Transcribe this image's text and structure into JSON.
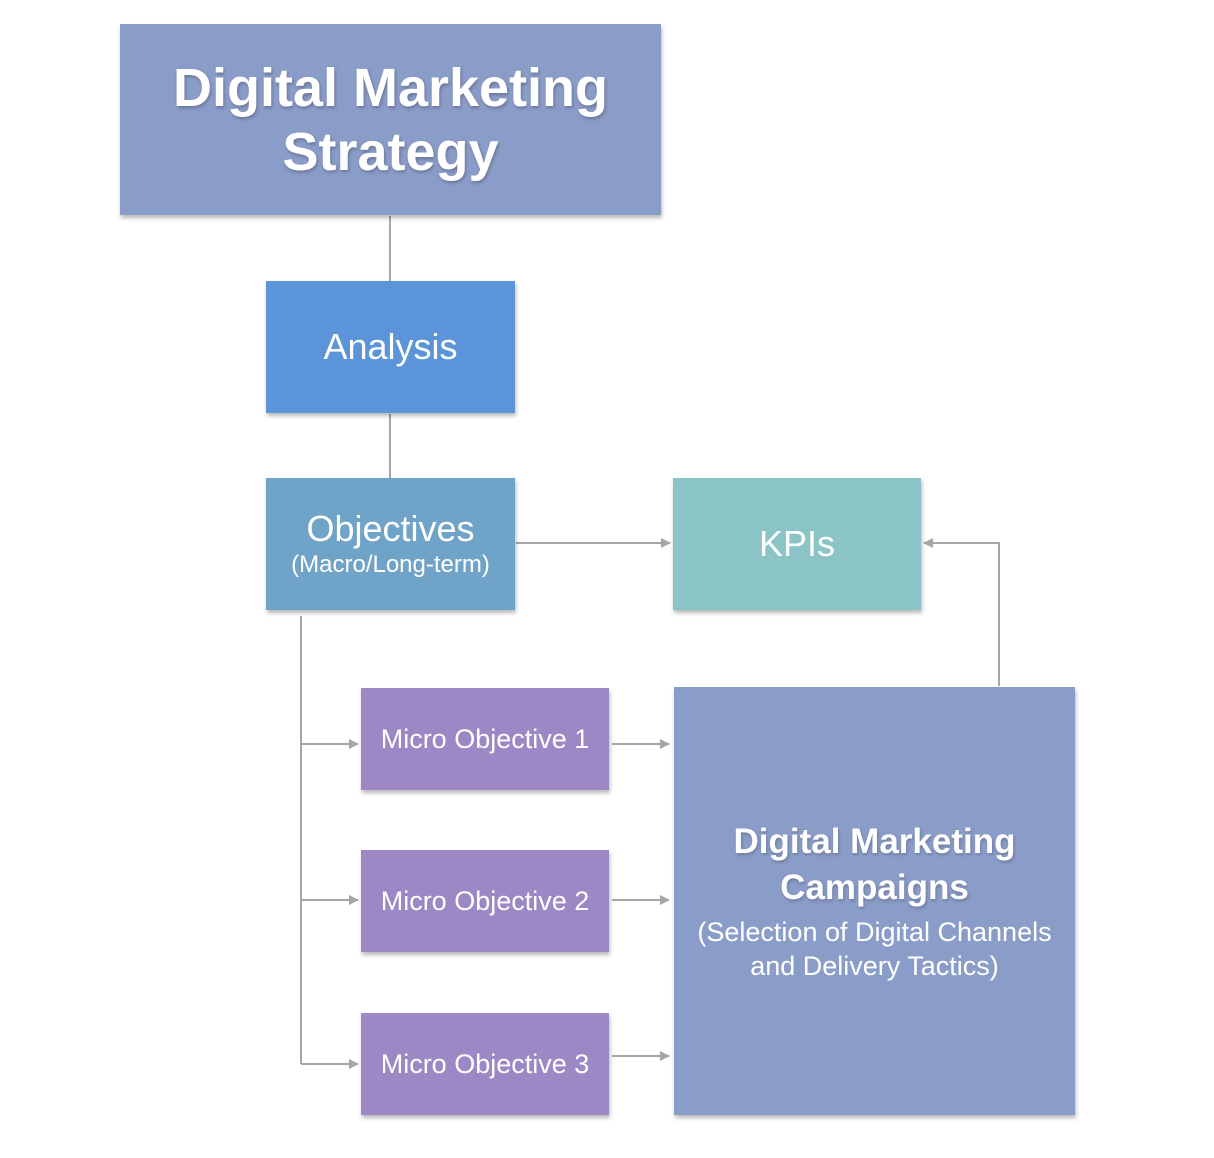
{
  "colors": {
    "strategy": "#8a9cc8",
    "analysis": "#5b94d8",
    "objectives": "#6fa3c7",
    "kpis": "#8bc4c6",
    "micro": "#9b88c4",
    "campaigns": "#8a9cc8",
    "connector": "#a6a6a6"
  },
  "nodes": {
    "strategy": {
      "line1": "Digital Marketing",
      "line2": "Strategy"
    },
    "analysis": {
      "label": "Analysis"
    },
    "objectives": {
      "label": "Objectives",
      "sublabel": "(Macro/Long-term)"
    },
    "kpis": {
      "label": "KPIs"
    },
    "micro_objectives": [
      {
        "label": "Micro Objective 1"
      },
      {
        "label": "Micro Objective 2"
      },
      {
        "label": "Micro Objective 3"
      }
    ],
    "campaigns": {
      "line1": "Digital Marketing",
      "line2": "Campaigns",
      "sub1": "(Selection of Digital Channels",
      "sub2": "and Delivery Tactics)"
    }
  }
}
